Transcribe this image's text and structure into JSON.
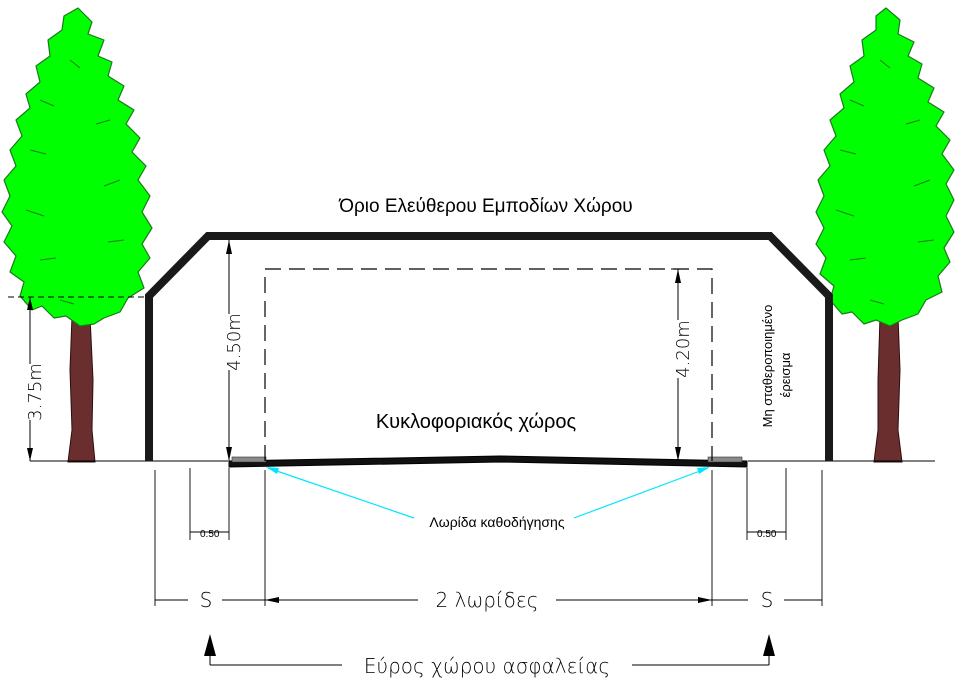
{
  "labels": {
    "clearance_limit": "Όριο Ελεύθερου Εμποδίων Χώρου",
    "traffic_space": "Κυκλοφοριακός χώρος",
    "guide_strip": "Λωρίδα καθοδήγησης",
    "shoulder": "Μη σταθεροποιημένο",
    "shoulder_line2": "έρεισμα",
    "dim_450": "4.50m",
    "dim_420": "4.20m",
    "dim_375": "3.75m",
    "offset_left": "0.50",
    "offset_right": "0.50",
    "s_left": "S",
    "s_right": "S",
    "lanes": "2 λωρίδες",
    "safety_width": "Εύρος χώρου ασφαλείας"
  },
  "colors": {
    "tree_foliage": "#00ff00",
    "tree_trunk": "#6b2e2e",
    "leader_lines": "#00e5ff",
    "outline": "#1a1a1a"
  }
}
